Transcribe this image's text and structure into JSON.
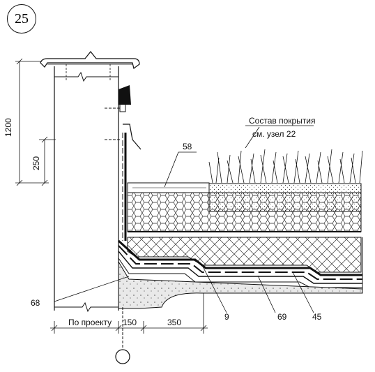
{
  "node_number": "25",
  "callouts": {
    "coating": "Состав покрытия",
    "coating_ref": "см. узел 22",
    "c58": "58",
    "c68": "68",
    "c9": "9",
    "c69": "69",
    "c45": "45"
  },
  "dimensions": {
    "h1200": "1200",
    "h250": "250",
    "by_project": "По проекту",
    "w150": "150",
    "w350": "350"
  }
}
